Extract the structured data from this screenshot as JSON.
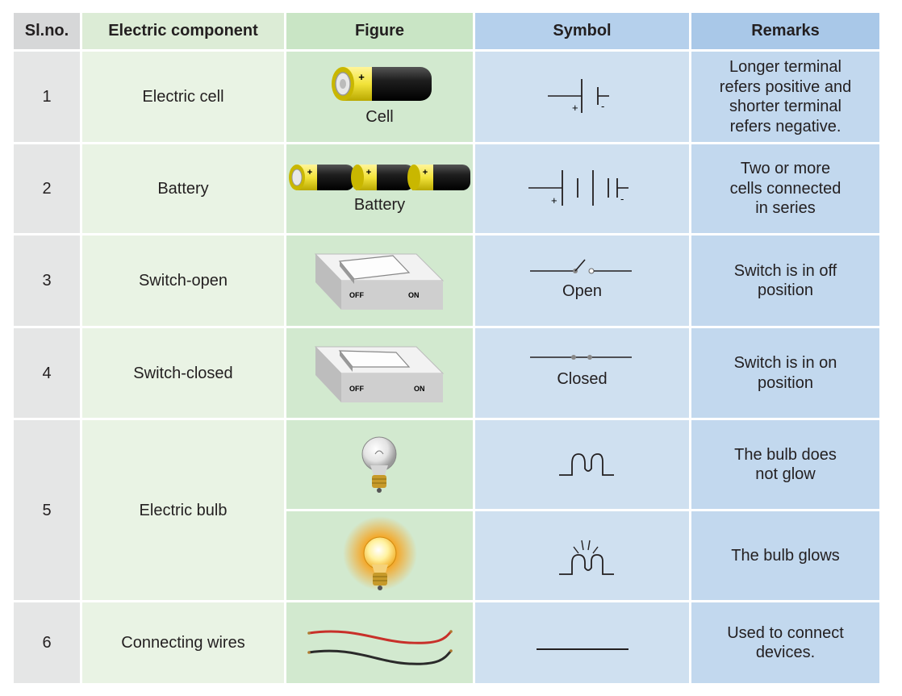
{
  "headers": [
    "Sl.no.",
    "Electric component",
    "Figure",
    "Symbol",
    "Remarks"
  ],
  "rows": [
    {
      "no": "1",
      "component": "Electric cell",
      "figure_caption": "Cell",
      "symbol_caption": "",
      "symbol_plus": "+",
      "symbol_minus": "-",
      "remarks": [
        "Longer terminal",
        "refers positive and",
        "shorter terminal",
        "refers negative."
      ]
    },
    {
      "no": "2",
      "component": "Battery",
      "figure_caption": "Battery",
      "symbol_caption": "",
      "symbol_plus": "+",
      "symbol_minus": "-",
      "remarks": [
        "Two or more",
        "cells connected",
        "in series"
      ]
    },
    {
      "no": "3",
      "component": "Switch-open",
      "figure_caption": "",
      "figure_off": "OFF",
      "figure_on": "ON",
      "symbol_caption": "Open",
      "remarks": [
        "Switch is in off",
        "position"
      ]
    },
    {
      "no": "4",
      "component": "Switch-closed",
      "figure_caption": "",
      "figure_off": "OFF",
      "figure_on": "ON",
      "symbol_caption": "Closed",
      "remarks": [
        "Switch is in on",
        "position"
      ]
    },
    {
      "no": "5",
      "component": "Electric bulb",
      "sub": [
        {
          "remarks": [
            "The bulb does",
            "not glow"
          ]
        },
        {
          "remarks": [
            "The bulb glows"
          ]
        }
      ]
    },
    {
      "no": "6",
      "component": "Connecting wires",
      "figure_caption": "",
      "symbol_caption": "",
      "remarks": [
        "Used to connect",
        "devices."
      ]
    }
  ],
  "colors": {
    "battery_yellow": "#f2e33a",
    "battery_black": "#1e1e1e",
    "wire_red": "#c8302a",
    "wire_black": "#2a2a2a",
    "glow": "#f7a21b"
  }
}
